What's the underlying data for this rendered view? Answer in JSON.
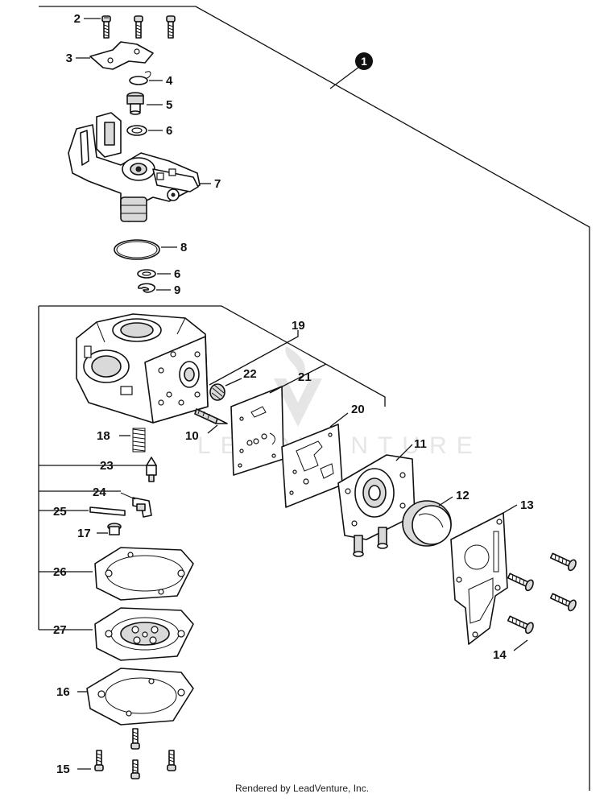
{
  "diagram": {
    "assembly_label": "1",
    "watermark": "LEADVENTURE",
    "footer": "Rendered by LeadVenture, Inc.",
    "labels": {
      "p2": "2",
      "p3": "3",
      "p4": "4",
      "p5": "5",
      "p6a": "6",
      "p6b": "6",
      "p7": "7",
      "p8": "8",
      "p9": "9",
      "p10": "10",
      "p11": "11",
      "p12": "12",
      "p13": "13",
      "p14": "14",
      "p15": "15",
      "p16": "16",
      "p17": "17",
      "p18": "18",
      "p19": "19",
      "p20": "20",
      "p21": "21",
      "p22": "22",
      "p23": "23",
      "p24": "24",
      "p25": "25",
      "p26": "26",
      "p27": "27"
    }
  }
}
